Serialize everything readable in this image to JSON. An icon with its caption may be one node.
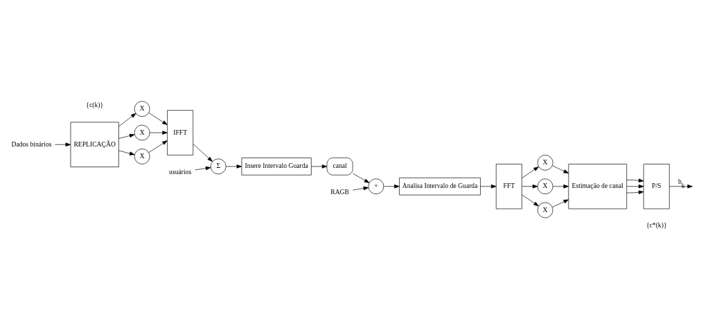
{
  "diagram": {
    "nodes": [
      {
        "text": [
          "Dados binários"
        ]
      },
      {
        "text": [
          "REPLICAÇÃO"
        ]
      },
      {
        "text": [
          "X"
        ]
      },
      {
        "text": [
          "X"
        ]
      },
      {
        "text": [
          "X"
        ]
      },
      {
        "text": [
          "IFFT"
        ]
      },
      {
        "text": [
          "Σ"
        ]
      },
      {
        "text": [
          "usuários"
        ]
      },
      {
        "text": [
          "Insere Intervalo Guarda"
        ]
      },
      {
        "text": [
          "canal"
        ]
      },
      {
        "text": [
          "+"
        ]
      },
      {
        "text": [
          "RAGB"
        ]
      },
      {
        "text": [
          "Analisa Intervalo de Guarda"
        ]
      },
      {
        "text": [
          "FFT"
        ]
      },
      {
        "text": [
          "X"
        ]
      },
      {
        "text": [
          "X"
        ]
      },
      {
        "text": [
          "X"
        ]
      },
      {
        "text": [
          "Estimação de canal"
        ]
      },
      {
        "text": [
          "P/S"
        ]
      }
    ],
    "edges": [
      {
        "from": 0,
        "to": 1,
        "arrow": "to"
      },
      {
        "from": 1,
        "to": 2,
        "arrow": "to"
      },
      {
        "from": 1,
        "to": 3,
        "arrow": "to"
      },
      {
        "from": 1,
        "to": 4,
        "arrow": "to"
      },
      {
        "from": 2,
        "to": 5,
        "arrow": "to"
      },
      {
        "from": 3,
        "to": 5,
        "arrow": "to"
      },
      {
        "from": 4,
        "to": 5,
        "arrow": "to"
      },
      {
        "from": 5,
        "to": 6,
        "arrow": "to"
      },
      {
        "from": 7,
        "to": 6,
        "arrow": "to"
      },
      {
        "from": 6,
        "to": 8,
        "arrow": "to"
      },
      {
        "from": 8,
        "to": 9,
        "arrow": "to"
      },
      {
        "from": 9,
        "to": 10,
        "arrow": "to"
      },
      {
        "from": 11,
        "to": 10,
        "arrow": "to"
      },
      {
        "from": 10,
        "to": 12,
        "arrow": "to"
      },
      {
        "from": 12,
        "to": 13,
        "arrow": "to"
      },
      {
        "from": 13,
        "to": 14,
        "arrow": "to"
      },
      {
        "from": 13,
        "to": 15,
        "arrow": "to"
      },
      {
        "from": 13,
        "to": 16,
        "arrow": "to"
      },
      {
        "from": 14,
        "to": 17,
        "arrow": "to"
      },
      {
        "from": 15,
        "to": 17,
        "arrow": "to"
      },
      {
        "from": 16,
        "to": 17,
        "arrow": "to"
      },
      {
        "from": 17,
        "to": 18,
        "arrow": "to"
      },
      {
        "from": 17,
        "to": 18,
        "arrow": "to"
      },
      {
        "from": 17,
        "to": 18,
        "arrow": "to"
      },
      {
        "from": 18,
        "to": null,
        "arrow": "to",
        "label": "b$_{k}$"
      }
    ],
    "labels": [
      "{c(k)}",
      "{c*(k)}"
    ]
  }
}
